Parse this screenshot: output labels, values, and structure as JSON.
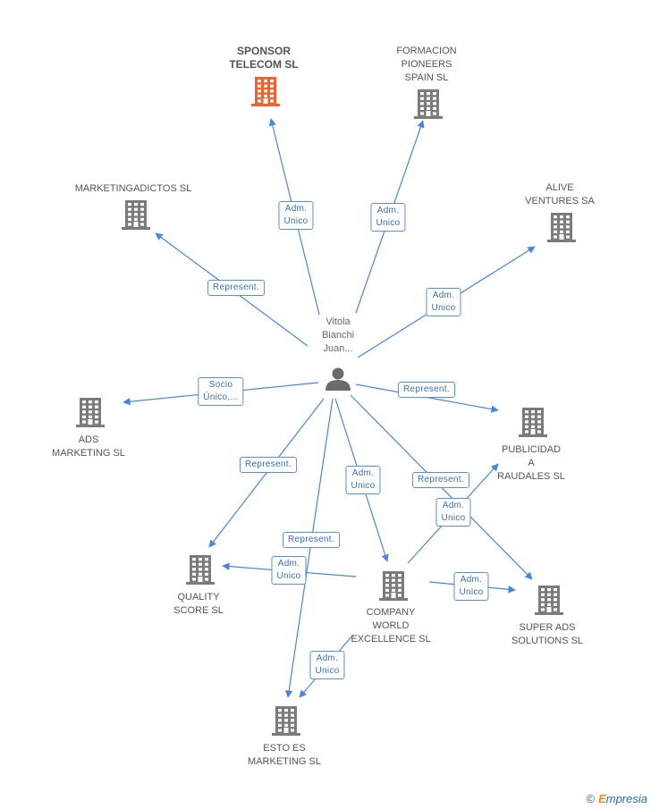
{
  "center": {
    "name": "Vitola\nBianchi\nJuan..."
  },
  "companies": [
    {
      "id": "sponsor",
      "name": "SPONSOR\nTELECOM SL",
      "highlight": true
    },
    {
      "id": "formacion",
      "name": "FORMACION\nPIONEERS\nSPAIN SL",
      "highlight": false
    },
    {
      "id": "marketingadictos",
      "name": "MARKETINGADICTOS SL",
      "highlight": false
    },
    {
      "id": "alive",
      "name": "ALIVE\nVENTURES SA",
      "highlight": false
    },
    {
      "id": "ads",
      "name": "ADS\nMARKETING SL",
      "highlight": false
    },
    {
      "id": "publicidad",
      "name": "PUBLICIDAD\nA\nRAUDALES SL",
      "highlight": false
    },
    {
      "id": "quality",
      "name": "QUALITY\nSCORE SL",
      "highlight": false
    },
    {
      "id": "company",
      "name": "COMPANY\nWORLD\nEXCELLENCE SL",
      "highlight": false
    },
    {
      "id": "superads",
      "name": "SUPER ADS\nSOLUTIONS SL",
      "highlight": false
    },
    {
      "id": "esto",
      "name": "ESTO ES\nMARKETING SL",
      "highlight": false
    }
  ],
  "edges": [
    {
      "from": "center",
      "to": "sponsor",
      "label": "Adm.\nUnico"
    },
    {
      "from": "center",
      "to": "formacion",
      "label": "Adm.\nUnico"
    },
    {
      "from": "center",
      "to": "marketingadictos",
      "label": "Represent."
    },
    {
      "from": "center",
      "to": "alive",
      "label": "Adm.\nUnico"
    },
    {
      "from": "center",
      "to": "ads",
      "label": "Socio\nÚnico,..."
    },
    {
      "from": "center",
      "to": "publicidad",
      "label": "Represent."
    },
    {
      "from": "center",
      "to": "quality",
      "label": "Represent."
    },
    {
      "from": "center",
      "to": "company",
      "label": "Adm.\nUnico"
    },
    {
      "from": "center",
      "to": "superads",
      "label": "Represent."
    },
    {
      "from": "center",
      "to": "esto",
      "label": "Represent."
    },
    {
      "from": "company",
      "to": "publicidad",
      "label": "Adm.\nUnico"
    },
    {
      "from": "company",
      "to": "quality",
      "label": "Adm.\nUnico"
    },
    {
      "from": "company",
      "to": "superads",
      "label": "Adm.\nUnico"
    },
    {
      "from": "company",
      "to": "esto",
      "label": "Adm.\nUnico"
    }
  ],
  "colors": {
    "edge": "#4a86d8",
    "building": "#7b7b7b",
    "building_highlight": "#f0622e",
    "person": "#6b6b6b"
  },
  "icons": {
    "person": "person-icon",
    "company": "building-icon"
  },
  "footer": {
    "copyright": "©",
    "brand_first": "E",
    "brand_rest": "mpresia"
  }
}
